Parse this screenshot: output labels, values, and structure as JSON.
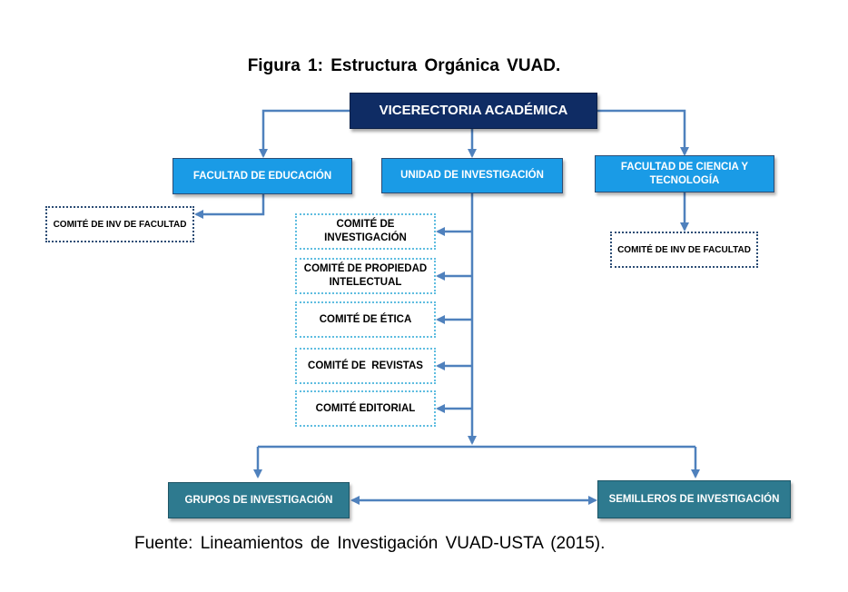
{
  "figure": {
    "title": "Figura 1: Estructura Orgánica VUAD.",
    "caption": "Fuente: Lineamientos de Investigación VUAD-USTA (2015)."
  },
  "nodes": {
    "vicerrectoria": "VICERECTORIA ACADÉMICA",
    "facultad_educacion": "FACULTAD DE EDUCACIÓN",
    "unidad_investigacion": "UNIDAD DE INVESTIGACIÓN",
    "facultad_ciencia": "FACULTAD DE CIENCIA Y TECNOLOGÍA",
    "comite_inv_facultad_educacion": "COMITÉ DE INV DE FACULTAD",
    "comite_inv_facultad_ciencia": "COMITÉ DE INV DE FACULTAD",
    "comite_investigacion": "COMITÉ DE INVESTIGACIÓN",
    "comite_propiedad": "COMITÉ DE PROPIEDAD INTELECTUAL",
    "comite_etica": "COMITÉ DE ÉTICA",
    "comite_revistas": "COMITÉ DE  REVISTAS",
    "comite_editorial": "COMITÉ EDITORIAL",
    "grupos": "GRUPOS DE INVESTIGACIÓN",
    "semilleros": "SEMILLEROS DE INVESTIGACIÓN"
  },
  "colors": {
    "connector": "#4f81bd",
    "top_box": "#0f2c64",
    "faculty_box": "#1a9be6",
    "group_box": "#2e7a8f",
    "dotted_border_dark": "#2c4d75",
    "dotted_border_light": "#5fbde0"
  }
}
